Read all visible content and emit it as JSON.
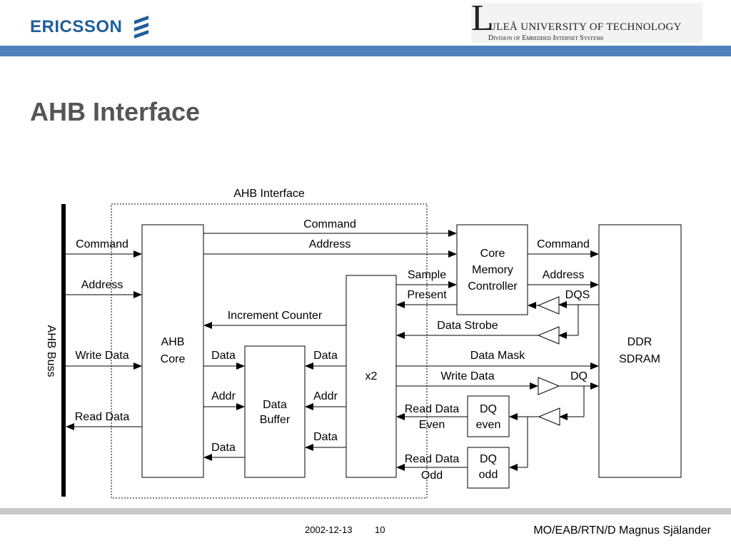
{
  "header": {
    "company_logo_text": "ERICSSON",
    "university_initial": "L",
    "university_name": "ULEÅ UNIVERSITY OF TECHNOLOGY",
    "university_division": "Division of Embedded Internet Systems"
  },
  "slide": {
    "title": "AHB Interface"
  },
  "diagram": {
    "boundary_label": "AHB Interface",
    "bus_label": "AHB Buss",
    "blocks": {
      "ahb_core": [
        "AHB",
        "Core"
      ],
      "data_buffer": [
        "Data",
        "Buffer"
      ],
      "x2": "x2",
      "core_memory_controller": [
        "Core",
        "Memory",
        "Controller"
      ],
      "ddr_sdram": [
        "DDR",
        "SDRAM"
      ],
      "dq_even": [
        "DQ",
        "even"
      ],
      "dq_odd": [
        "DQ",
        "odd"
      ]
    },
    "signals": {
      "bus_command": "Command",
      "bus_address": "Address",
      "bus_write_data": "Write Data",
      "bus_read_data": "Read Data",
      "command": "Command",
      "address": "Address",
      "increment_counter": "Increment Counter",
      "core_to_buffer_data": "Data",
      "core_to_buffer_addr": "Addr",
      "buffer_to_core_data": "Data",
      "x2_to_buffer_data_top": "Data",
      "x2_to_buffer_addr": "Addr",
      "x2_to_buffer_data_bottom": "Data",
      "sample": "Sample",
      "present": "Present",
      "data_strobe": "Data Strobe",
      "data_mask": "Data Mask",
      "write_data": "Write Data",
      "read_data_even": [
        "Read Data",
        "Even"
      ],
      "read_data_odd": [
        "Read Data",
        "Odd"
      ],
      "ddr_command": "Command",
      "ddr_address": "Address",
      "dqs": "DQS",
      "dq": "DQ"
    }
  },
  "footer": {
    "date": "2002-12-13",
    "page": "10",
    "author": "MO/EAB/RTN/D Magnus Själander"
  },
  "colors": {
    "accent_bar": "#4f81bd",
    "title_text": "#555555",
    "bottom_bar": "#c8c8c8",
    "ericsson_blue": "#1f5e9b"
  }
}
